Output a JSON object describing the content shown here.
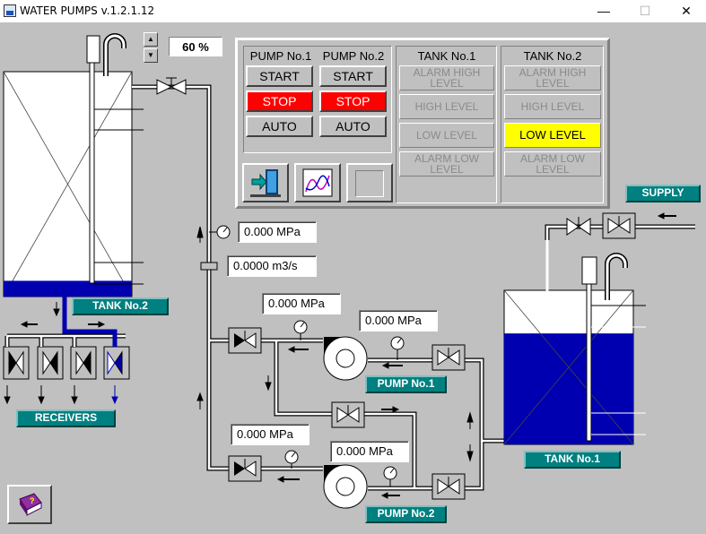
{
  "window": {
    "title": "WATER PUMPS v.1.2.1.12",
    "minimize": "—",
    "maximize": "☐",
    "close": "✕"
  },
  "pump1": {
    "header": "PUMP No.1",
    "start": "START",
    "stop": "STOP",
    "auto": "AUTO"
  },
  "pump2": {
    "header": "PUMP No.2",
    "start": "START",
    "stop": "STOP",
    "auto": "AUTO"
  },
  "tank1_panel": {
    "header": "TANK No.1",
    "alarm_high": "ALARM HIGH LEVEL",
    "high": "HIGH LEVEL",
    "low": "LOW LEVEL",
    "alarm_low": "ALARM LOW LEVEL"
  },
  "tank2_panel": {
    "header": "TANK No.2",
    "alarm_high": "ALARM HIGH LEVEL",
    "high": "HIGH LEVEL",
    "low": "LOW LEVEL",
    "alarm_low": "ALARM LOW LEVEL",
    "active": "low"
  },
  "valve_opening": "60 %",
  "readings": {
    "main_pressure": "0.000 MPa",
    "flow": "0.0000 m3/s",
    "pump1_out": "0.000 MPa",
    "pump1_in": "0.000 MPa",
    "pump2_out": "0.000 MPa",
    "pump2_in": "0.000 MPa"
  },
  "labels": {
    "tank2": "TANK No.2",
    "tank1": "TANK No.1",
    "receivers": "RECEIVERS",
    "supply": "SUPPLY",
    "pump1": "PUMP No.1",
    "pump2": "PUMP No.2"
  },
  "tank_levels": {
    "tank2": 0.07,
    "tank1": 0.72
  },
  "colors": {
    "water": "#0000b0",
    "stop": "#ff0000",
    "alarm": "#ffff00",
    "tag": "#008080"
  },
  "icons": [
    "exit-door-icon",
    "chart-icon",
    "blank-icon",
    "help-book-icon"
  ]
}
